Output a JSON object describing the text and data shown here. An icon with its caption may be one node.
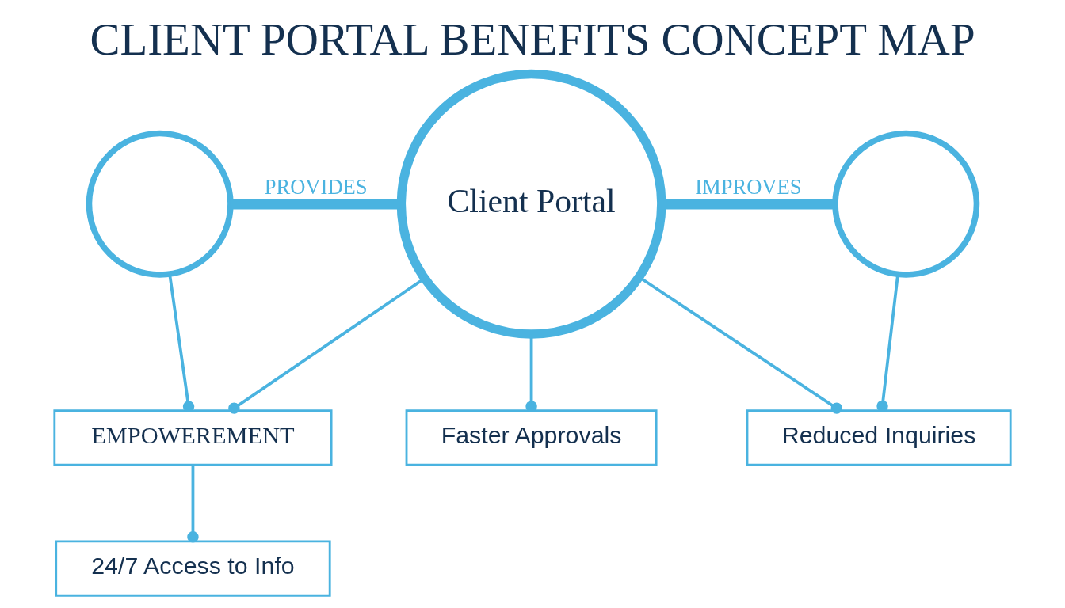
{
  "diagram": {
    "title": "CLIENT PORTAL BENEFITS CONCEPT MAP",
    "nodes": [
      {
        "text": [
          "Client Portal"
        ]
      },
      {
        "text": [],
        "shape": "circle"
      },
      {
        "text": [],
        "shape": "circle"
      },
      {
        "text": [
          "EMPOWEREMENT"
        ]
      },
      {
        "text": [
          "24/7 Access to Info"
        ]
      },
      {
        "text": [
          "Reduced Inquiries"
        ]
      },
      {
        "text": [
          "Faster Approvals"
        ]
      }
    ],
    "edges": [
      {
        "from": 1,
        "to": 0,
        "arrow": "none",
        "label": "PROVIDES",
        "style": "thick"
      },
      {
        "from": 0,
        "to": 2,
        "arrow": "none",
        "label": "IMPROVES",
        "style": "thick"
      },
      {
        "from": 1,
        "to": 3,
        "arrow": "other"
      },
      {
        "from": 0,
        "to": 3,
        "arrow": "other"
      },
      {
        "from": 3,
        "to": 4,
        "arrow": "other"
      },
      {
        "from": 2,
        "to": 5,
        "arrow": "other"
      },
      {
        "from": 0,
        "to": 5,
        "arrow": "other"
      },
      {
        "from": 0,
        "to": 6,
        "arrow": "other"
      }
    ]
  }
}
